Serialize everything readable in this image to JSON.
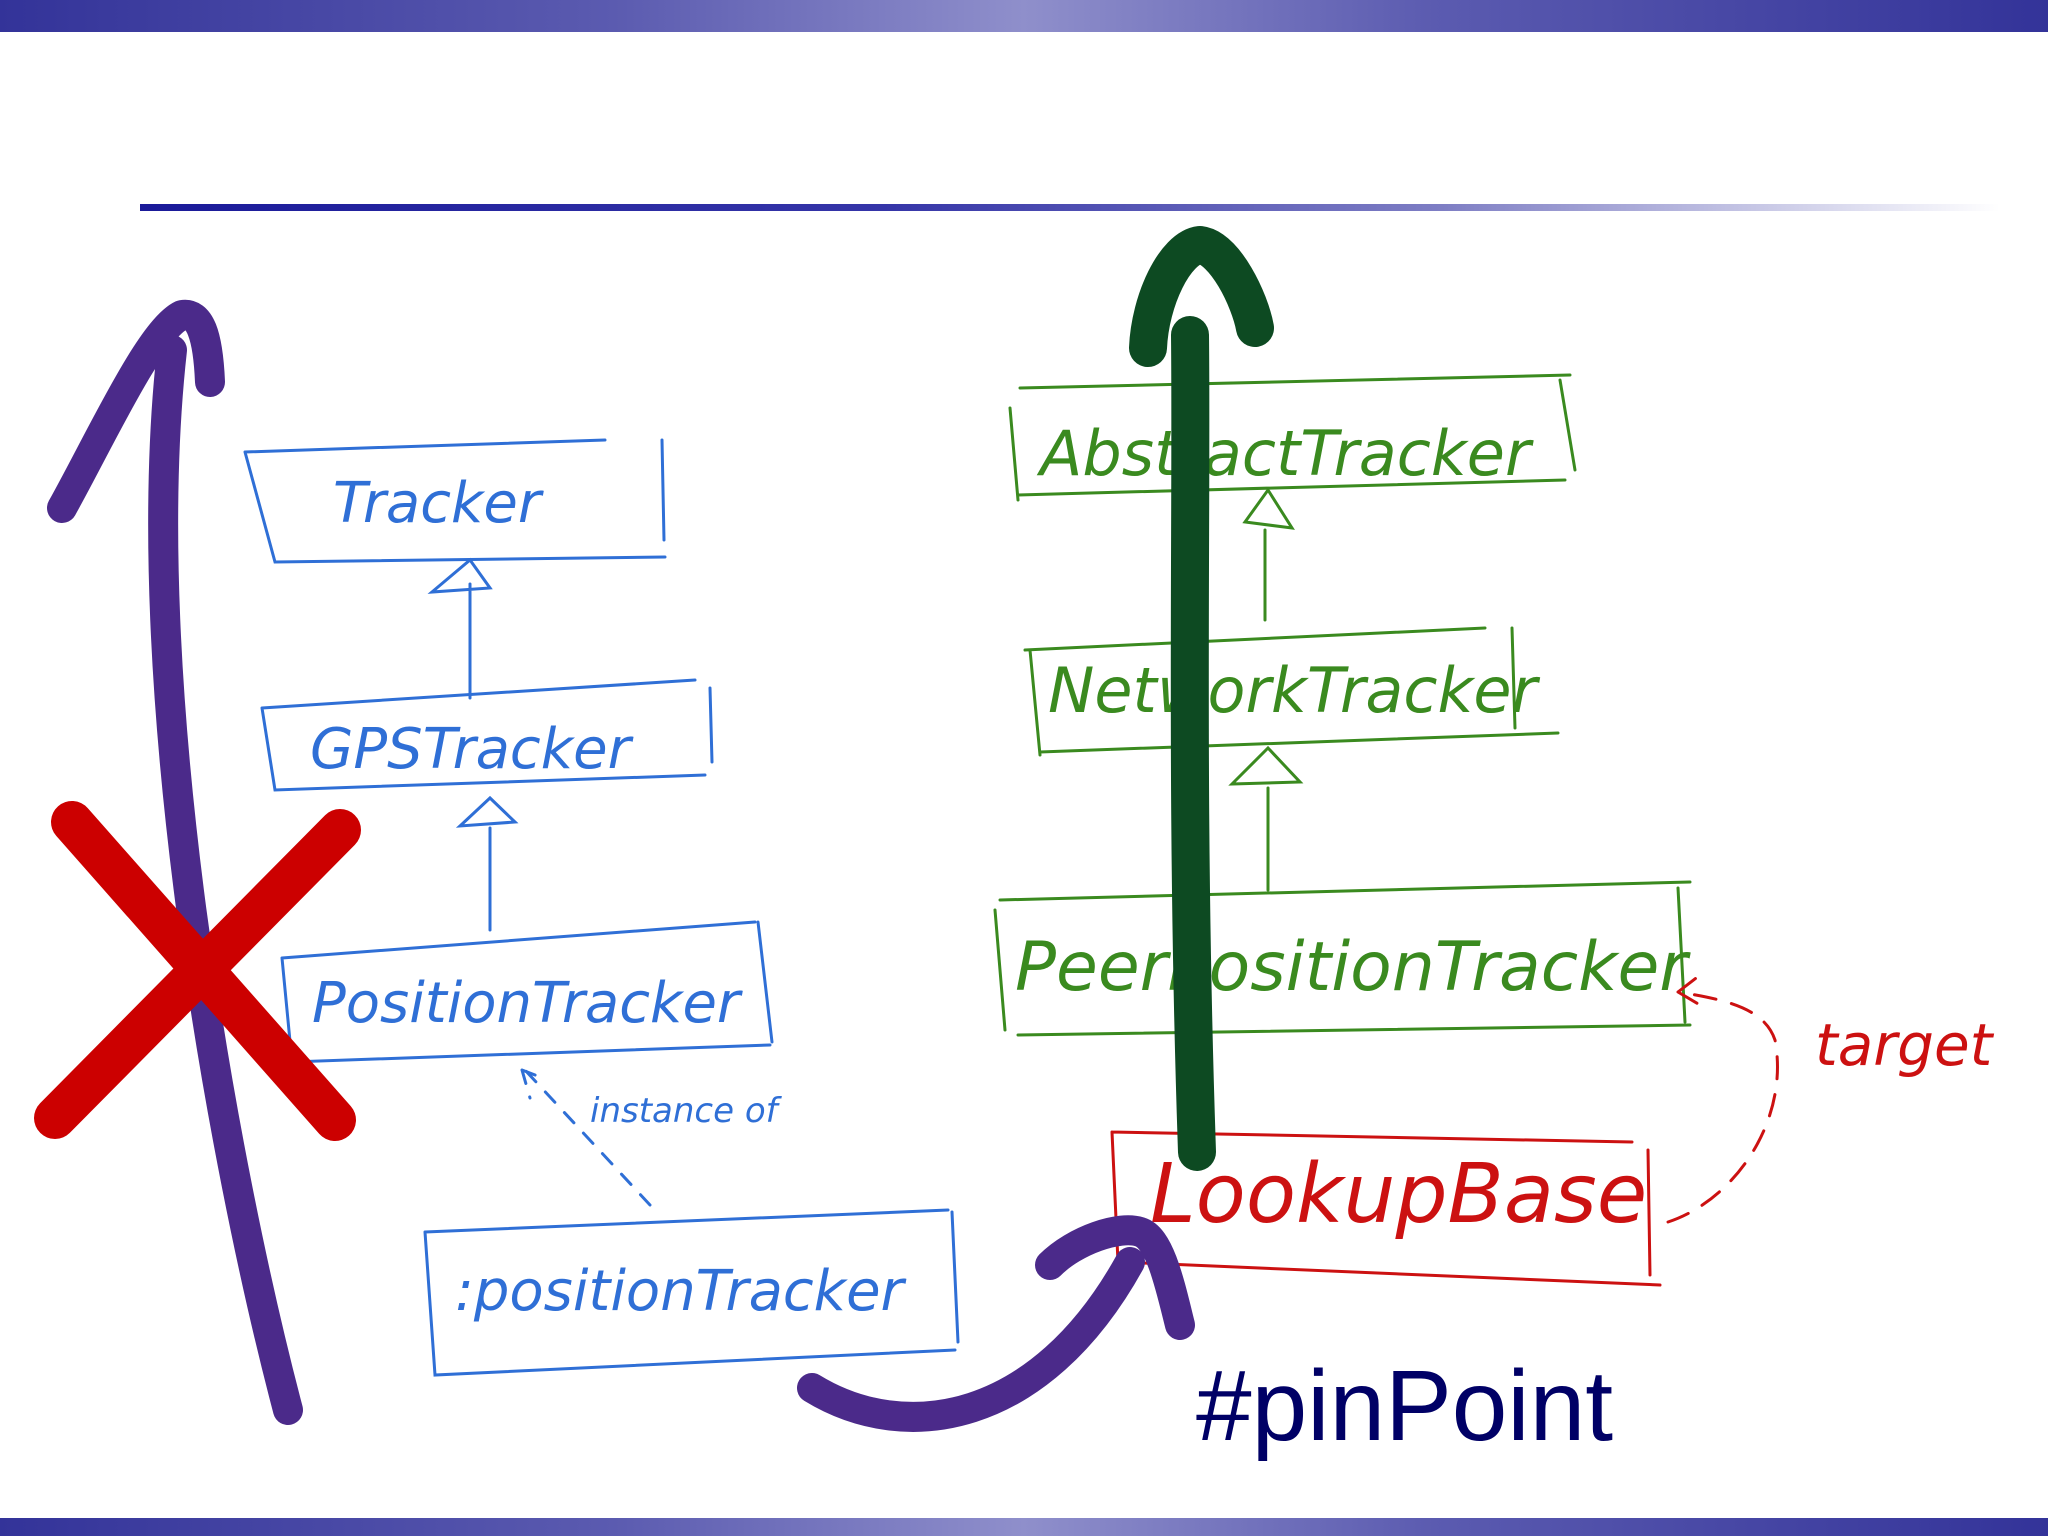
{
  "slide": {
    "hashtag": "#pinPoint",
    "colors": {
      "blue_diagram": "#2f6fd6",
      "green_diagram": "#3a8a1f",
      "red_diagram": "#cc1111",
      "purple_arrow": "#4b2a8a",
      "dark_green_arrow": "#0d4a22",
      "red_cross": "#cc0000",
      "hashtag_text": "#000066"
    }
  },
  "left_diagram": {
    "boxes": [
      "Tracker",
      "GPSTracker",
      "PositionTracker",
      ":positionTracker"
    ],
    "instance_label": "instance of"
  },
  "right_diagram": {
    "boxes": [
      "AbstractTracker",
      "NetworkTracker",
      "PeerPositionTracker"
    ],
    "lookup_box": "LookupBase",
    "target_label": "target"
  }
}
